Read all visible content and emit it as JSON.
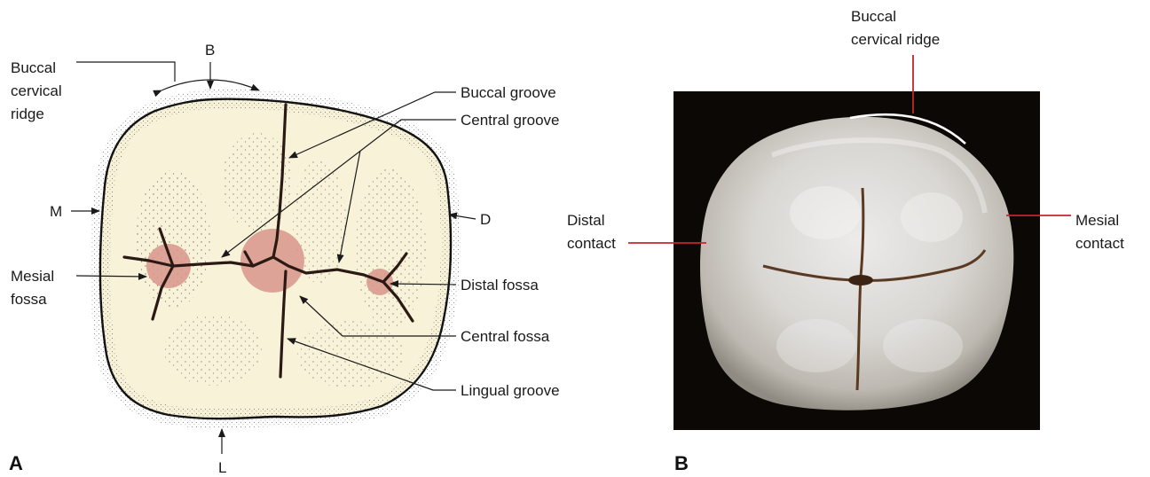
{
  "panel_a": {
    "letter": "A",
    "orientation": {
      "top": "B",
      "bottom": "L",
      "left": "M",
      "right": "D"
    },
    "labels": {
      "buccal_cervical_ridge": [
        "Buccal",
        "cervical",
        "ridge"
      ],
      "buccal_groove": "Buccal groove",
      "central_groove": "Central groove",
      "mesial_fossa": [
        "Mesial",
        "fossa"
      ],
      "distal_fossa": "Distal fossa",
      "central_fossa": "Central fossa",
      "lingual_groove": "Lingual groove"
    }
  },
  "panel_b": {
    "letter": "B",
    "labels": {
      "buccal_cervical_ridge": [
        "Buccal",
        "cervical ridge"
      ],
      "distal_contact": [
        "Distal",
        "contact"
      ],
      "mesial_contact": [
        "Mesial",
        "contact"
      ]
    }
  },
  "colors": {
    "tooth_fill": "#f7f2d8",
    "fossa_fill": "#d9958c",
    "groove": "#2b1a14",
    "photo_bg": "#0b0806",
    "leader_red": "#c0272d"
  }
}
